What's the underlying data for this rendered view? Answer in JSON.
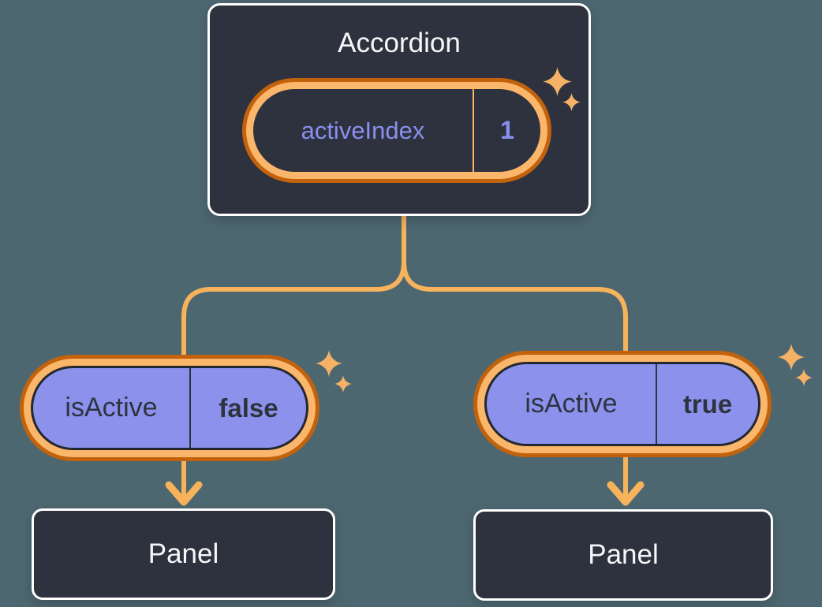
{
  "diagram": {
    "root": {
      "title": "Accordion",
      "state": {
        "name": "activeIndex",
        "value": "1"
      }
    },
    "children": [
      {
        "prop": {
          "name": "isActive",
          "value": "false"
        },
        "panel_label": "Panel"
      },
      {
        "prop": {
          "name": "isActive",
          "value": "true"
        },
        "panel_label": "Panel"
      }
    ],
    "icons": {
      "sparkle": "sparkle-icon"
    },
    "colors": {
      "page_background": "#4D6770",
      "node_fill": "#2D323E",
      "node_border": "#FFFFFF",
      "node_text": "#F6F7F9",
      "pill_ring_outer": "#C2620C",
      "pill_ring_inner": "#FAB66A",
      "pill_purple_fill": "#8C91EB",
      "purple_text": "#8A8FEE",
      "dark_text": "#2E3340",
      "connector": "#F6B35C",
      "sparkle": "#F5B267"
    }
  }
}
